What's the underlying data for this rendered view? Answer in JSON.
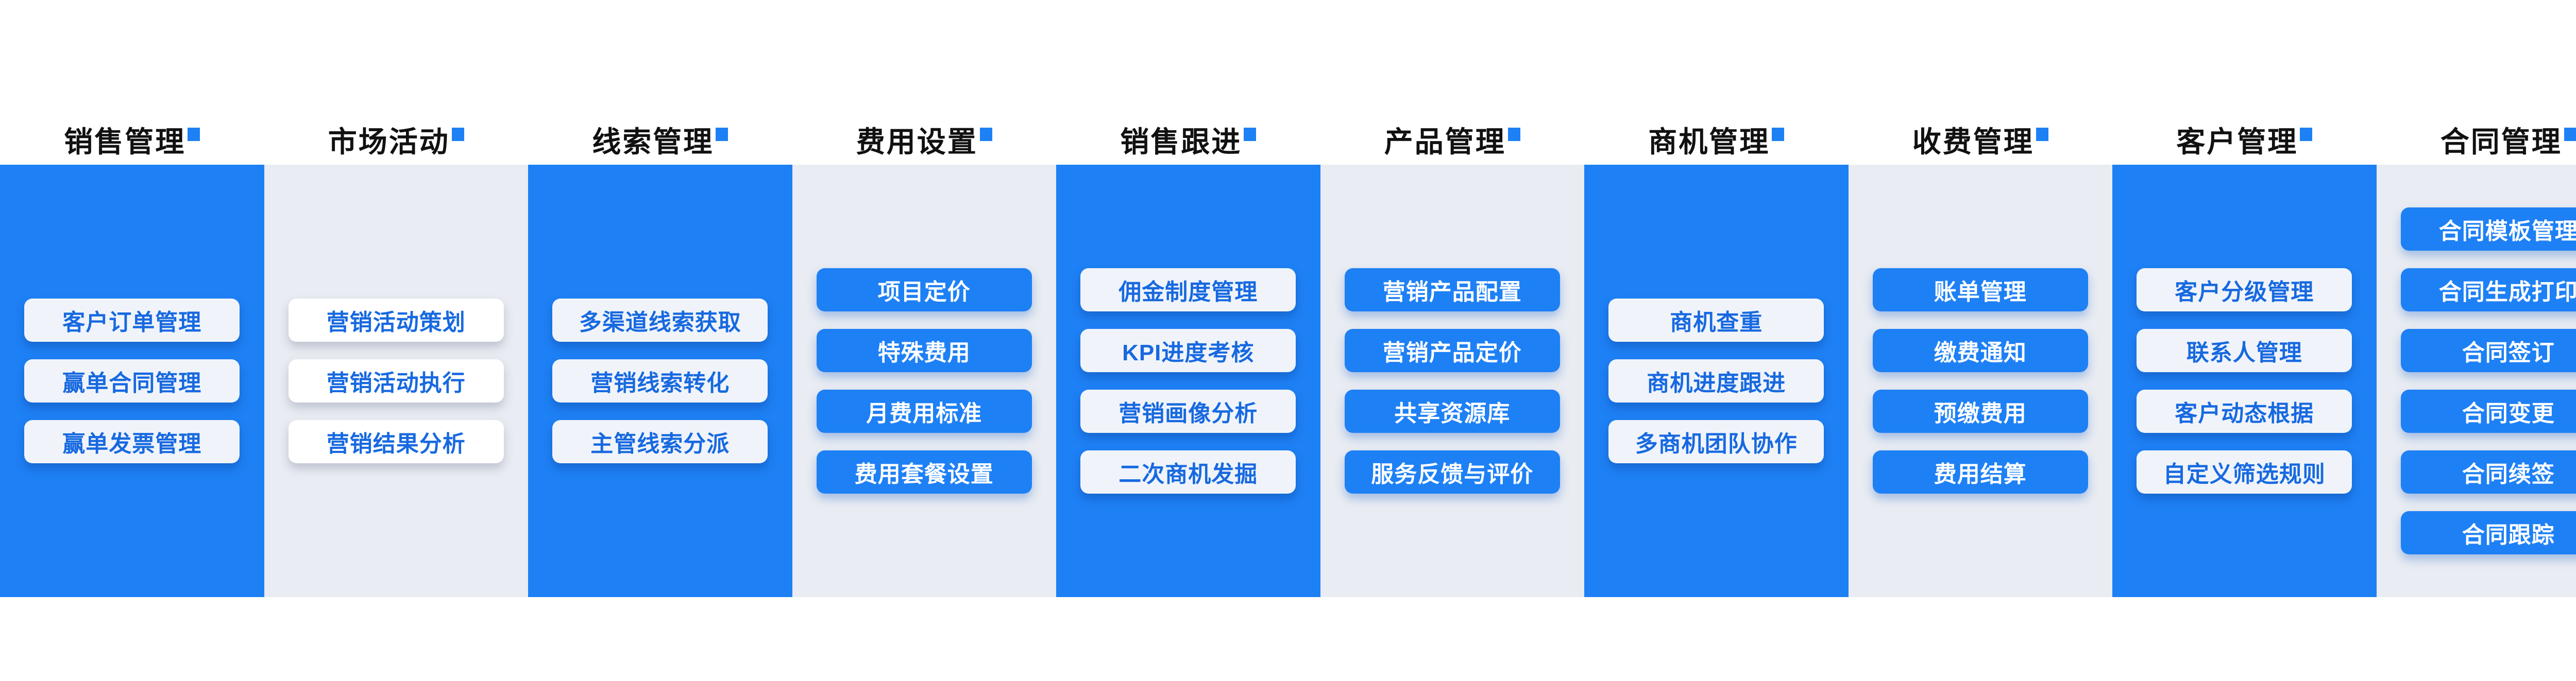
{
  "palette": {
    "accent_blue": "#1e80f5",
    "light_column_bg": "#e9ecf2",
    "button_text_blue": "#1769e0",
    "header_text": "#111111",
    "page_background": "#ffffff"
  },
  "columns": [
    {
      "title": "销售管理",
      "theme": "blue",
      "items": [
        "客户订单管理",
        "赢单合同管理",
        "赢单发票管理"
      ]
    },
    {
      "title": "市场活动",
      "theme": "light-white-items",
      "items": [
        "营销活动策划",
        "营销活动执行",
        "营销结果分析"
      ]
    },
    {
      "title": "线索管理",
      "theme": "blue",
      "items": [
        "多渠道线索获取",
        "营销线索转化",
        "主管线索分派"
      ]
    },
    {
      "title": "费用设置",
      "theme": "light",
      "items": [
        "项目定价",
        "特殊费用",
        "月费用标准",
        "费用套餐设置"
      ]
    },
    {
      "title": "销售跟进",
      "theme": "blue",
      "items": [
        "佣金制度管理",
        "KPI进度考核",
        "营销画像分析",
        "二次商机发掘"
      ]
    },
    {
      "title": "产品管理",
      "theme": "light",
      "items": [
        "营销产品配置",
        "营销产品定价",
        "共享资源库",
        "服务反馈与评价"
      ]
    },
    {
      "title": "商机管理",
      "theme": "blue",
      "items": [
        "商机查重",
        "商机进度跟进",
        "多商机团队协作"
      ]
    },
    {
      "title": "收费管理",
      "theme": "light",
      "items": [
        "账单管理",
        "缴费通知",
        "预缴费用",
        "费用结算"
      ]
    },
    {
      "title": "客户管理",
      "theme": "blue",
      "items": [
        "客户分级管理",
        "联系人管理",
        "客户动态根据",
        "自定义筛选规则"
      ]
    },
    {
      "title": "合同管理",
      "theme": "light",
      "items": [
        "合同模板管理",
        "合同生成打印",
        "合同签订",
        "合同变更",
        "合同续签",
        "合同跟踪"
      ]
    }
  ]
}
